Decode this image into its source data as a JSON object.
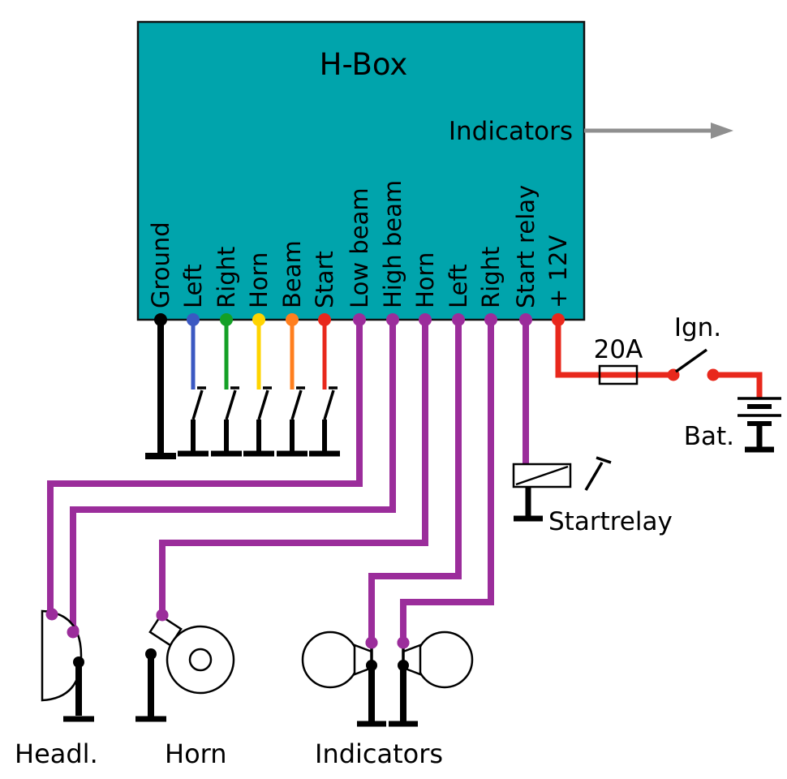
{
  "hbox": {
    "title": "H-Box",
    "output_label": "Indicators"
  },
  "pins": [
    {
      "label": "Ground",
      "color": "black"
    },
    {
      "label": "Left",
      "color": "blue"
    },
    {
      "label": "Right",
      "color": "green"
    },
    {
      "label": "Horn",
      "color": "yellow"
    },
    {
      "label": "Beam",
      "color": "orange"
    },
    {
      "label": "Start",
      "color": "red"
    },
    {
      "label": "Low beam",
      "color": "purple"
    },
    {
      "label": "High beam",
      "color": "purple"
    },
    {
      "label": "Horn",
      "color": "purple"
    },
    {
      "label": "Left",
      "color": "purple"
    },
    {
      "label": "Right",
      "color": "purple"
    },
    {
      "label": "Start relay",
      "color": "purple"
    },
    {
      "label": "+ 12V",
      "color": "red"
    }
  ],
  "labels": {
    "fuse": "20A",
    "ignition": "Ign.",
    "battery": "Bat.",
    "start_relay": "Startrelay",
    "headlight": "Headl.",
    "horn": "Horn",
    "indicators": "Indicators"
  },
  "colors": {
    "box": "#00a4ac",
    "blue": "#3a58c2",
    "green": "#14a026",
    "yellow": "#ffd400",
    "orange": "#ff7f1e",
    "red": "#e8281c",
    "purple": "#9b2d9b",
    "gray": "#8f8f8f"
  }
}
